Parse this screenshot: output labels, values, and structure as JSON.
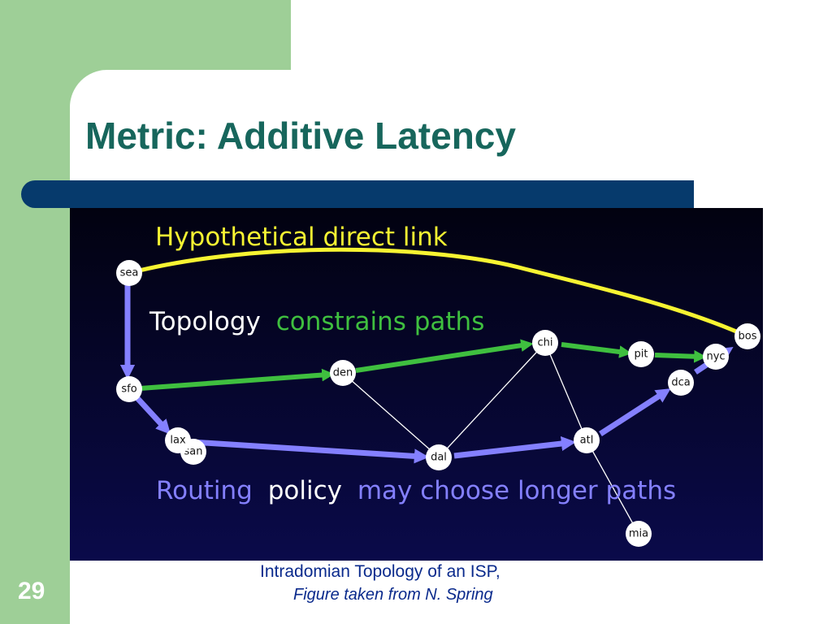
{
  "slide": {
    "title": "Metric: Additive Latency",
    "page_number": "29",
    "caption_line1": "Intradomian Topology of an ISP,",
    "caption_line2": "Figure taken from N. Spring"
  },
  "figure": {
    "heading_link": "Hypothetical direct link",
    "topology_word": "Topology",
    "topology_rest": "constrains paths",
    "routing_word": "Routing",
    "policy_word": "policy",
    "routing_rest": "may choose longer paths",
    "nodes": [
      "sea",
      "sfo",
      "lax",
      "san",
      "den",
      "dal",
      "chi",
      "atl",
      "pit",
      "nyc",
      "dca",
      "bos",
      "mia"
    ],
    "colors": {
      "direct_link": "#f7f432",
      "constrained_path": "#3fbf3f",
      "policy_path": "#8480ff",
      "other_links": "#ffffff"
    }
  }
}
